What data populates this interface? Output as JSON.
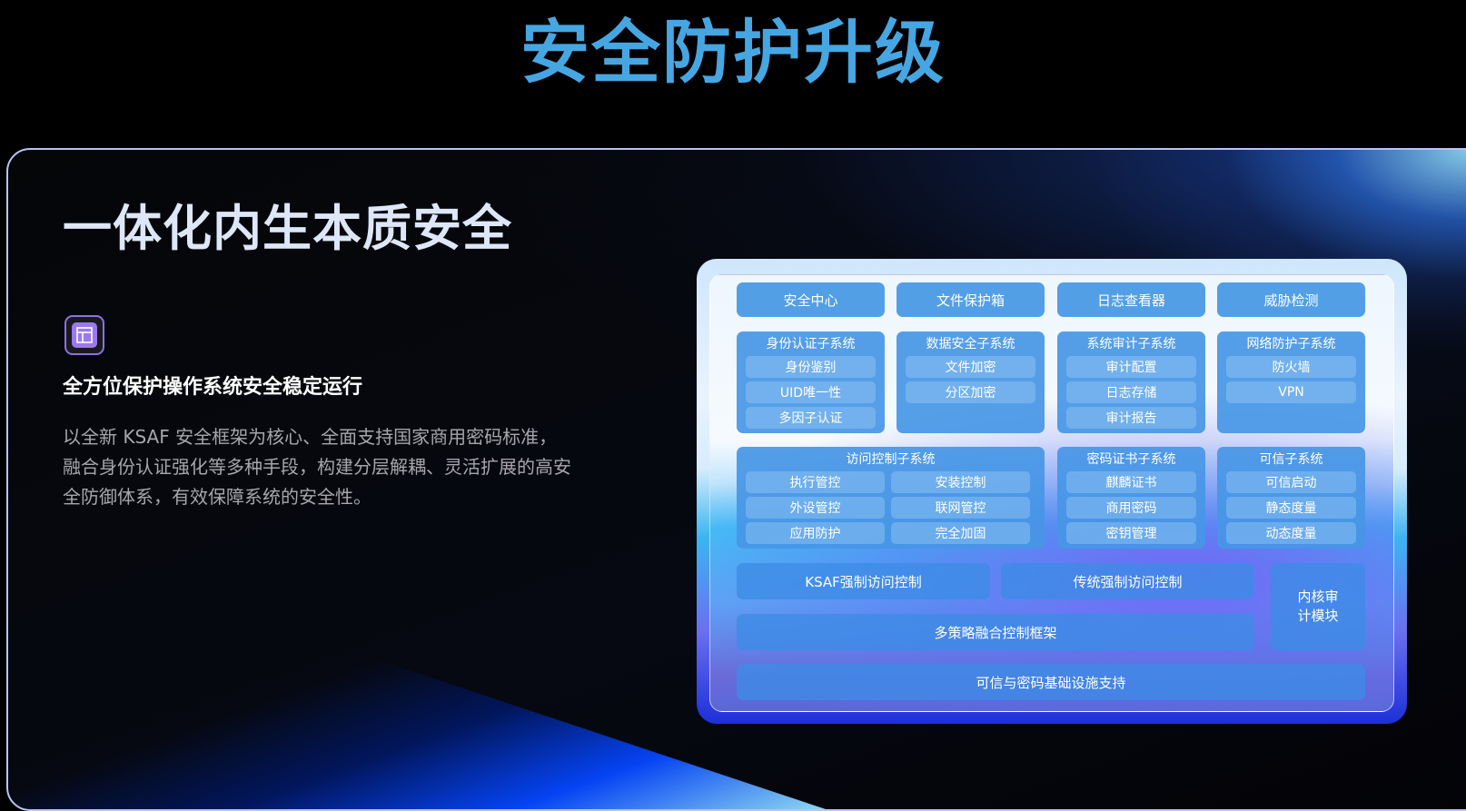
{
  "page_title": "安全防护升级",
  "panel": {
    "heading": "一体化内生本质安全",
    "feature_icon": "layout-icon",
    "subheading": "全方位保护操作系统安全稳定运行",
    "description": "以全新 KSAF 安全框架为核心、全面支持国家商用密码标准，融合身份认证强化等多种手段，构建分层解耦、灵活扩展的高安全防御体系，有效保障系统的安全性。"
  },
  "diagram": {
    "top_apps": [
      "安全中心",
      "文件保护箱",
      "日志查看器",
      "威胁检测"
    ],
    "groups_row1": [
      {
        "title": "身份认证子系统",
        "items": [
          "身份鉴别",
          "UID唯一性",
          "多因子认证"
        ]
      },
      {
        "title": "数据安全子系统",
        "items": [
          "文件加密",
          "分区加密"
        ]
      },
      {
        "title": "系统审计子系统",
        "items": [
          "审计配置",
          "日志存储",
          "审计报告"
        ]
      },
      {
        "title": "网络防护子系统",
        "items": [
          "防火墙",
          "VPN"
        ]
      }
    ],
    "groups_row2": [
      {
        "title": "访问控制子系统",
        "items": [
          "执行管控",
          "安装控制",
          "外设管控",
          "联网管控",
          "应用防护",
          "完全加固"
        ]
      },
      {
        "title": "密码证书子系统",
        "items": [
          "麒麟证书",
          "商用密码",
          "密钥管理"
        ]
      },
      {
        "title": "可信子系统",
        "items": [
          "可信启动",
          "静态度量",
          "动态度量"
        ]
      }
    ],
    "layers": {
      "ksaf_mac": "KSAF强制访问控制",
      "traditional_mac": "传统强制访问控制",
      "kernel_audit": "内核审计模块",
      "multi_policy": "多策略融合控制框架",
      "infrastructure": "可信与密码基础设施支持"
    }
  }
}
